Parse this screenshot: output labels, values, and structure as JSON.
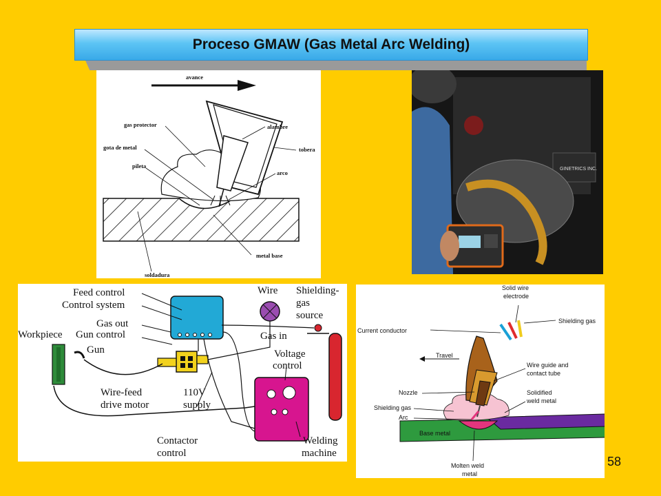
{
  "slide": {
    "title": "Proceso GMAW (Gas Metal Arc Welding)",
    "page_number": "58"
  },
  "diagram_spanish": {
    "labels": {
      "avance": "avance",
      "gas_protector": "gas protector",
      "alambre": "alambre",
      "gota_de_metal": "gota de metal",
      "tobera": "tobera",
      "pileta": "pileta",
      "arco": "arco",
      "metal_base": "metal base",
      "soldadura": "soldadura"
    }
  },
  "diagram_equipment": {
    "labels": {
      "feed_control": "Feed control",
      "control_system": "Control system",
      "gas_out": "Gas out",
      "gun_control": "Gun control",
      "workpiece": "Workpiece",
      "gun": "Gun",
      "wire": "Wire",
      "shielding": "Shielding-",
      "gas": "gas",
      "source": "source",
      "gas_in": "Gas in",
      "voltage": "Voltage",
      "control": "control",
      "wire_feed": "Wire-feed",
      "drive_motor": "drive motor",
      "v110": "110V",
      "supply": "supply",
      "contactor": "Contactor",
      "contactor_control": "control",
      "welding": "Welding",
      "machine": "machine"
    }
  },
  "diagram_torch": {
    "labels": {
      "solid_wire": "Solid wire",
      "electrode": "electrode",
      "current_conductor": "Current conductor",
      "shielding_gas_top": "Shielding gas",
      "travel": "Travel",
      "wire_guide": "Wire guide and",
      "contact_tube": "contact tube",
      "nozzle": "Nozzle",
      "solidified": "Solidified",
      "weld_metal": "weld metal",
      "shielding_gas_1": "Shielding gas",
      "arc": "Arc",
      "base_metal": "Base metal",
      "molten_weld": "Molten weld",
      "metal": "metal"
    }
  },
  "photo": {
    "badge_text": "GINETRICS INC."
  }
}
